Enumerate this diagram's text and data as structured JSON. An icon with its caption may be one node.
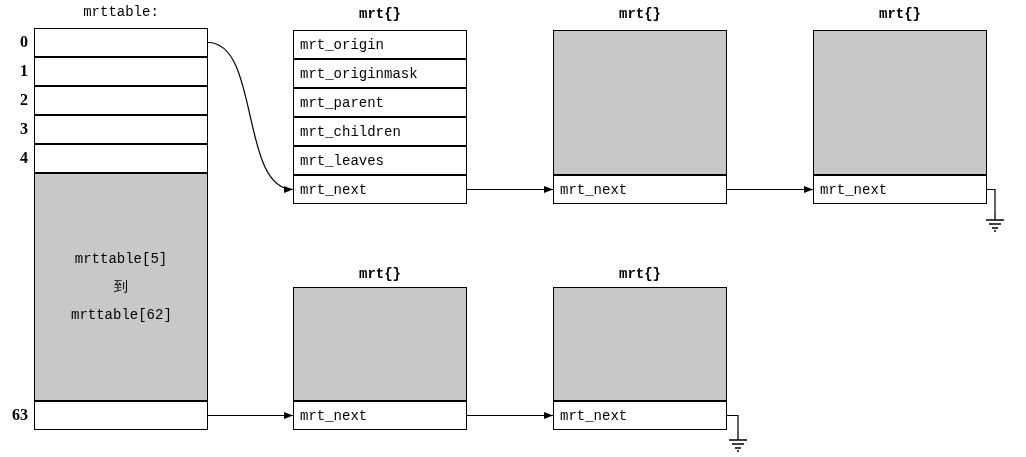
{
  "diagram": {
    "nodes": [
      {
        "text": [
          "mrttable:"
        ]
      },
      {
        "text": [],
        "shape": "box",
        "in": 0,
        "beside": [
          "0"
        ]
      },
      {
        "text": [],
        "shape": "box",
        "in": 0,
        "beside": [
          "1"
        ]
      },
      {
        "text": [],
        "shape": "box",
        "in": 0,
        "beside": [
          "2"
        ]
      },
      {
        "text": [],
        "shape": "box",
        "in": 0,
        "beside": [
          "3"
        ]
      },
      {
        "text": [],
        "shape": "box",
        "in": 0,
        "beside": [
          "4"
        ]
      },
      {
        "text": [
          "mrttable[5] 到 mrttable[62]"
        ],
        "in": 0
      },
      {
        "text": [],
        "shape": "box",
        "in": 0,
        "beside": [
          "63"
        ]
      },
      {
        "text": [
          "mrt{}"
        ]
      },
      {
        "text": [
          "mrt_origin"
        ],
        "in": 8
      },
      {
        "text": [
          "mrt_originmask"
        ],
        "in": 8
      },
      {
        "text": [
          "mrt_parent"
        ],
        "in": 8
      },
      {
        "text": [
          "mrt_children"
        ],
        "in": 8
      },
      {
        "text": [
          "mrt_leaves"
        ],
        "in": 8
      },
      {
        "text": [
          "mrt_next"
        ],
        "in": 8
      },
      {
        "text": [
          "mrt{}"
        ]
      },
      {
        "text": [],
        "shape": "box",
        "in": 15
      },
      {
        "text": [
          "mrt_next"
        ],
        "in": 15
      },
      {
        "text": [
          "mrt{}"
        ]
      },
      {
        "text": [],
        "shape": "box",
        "in": 18
      },
      {
        "text": [
          "mrt_next"
        ],
        "in": 18
      },
      {
        "text": [
          "mrt{}"
        ]
      },
      {
        "text": [],
        "shape": "box",
        "in": 21
      },
      {
        "text": [
          "mrt_next"
        ],
        "in": 21
      },
      {
        "text": [
          "mrt{}"
        ]
      },
      {
        "text": [],
        "shape": "box",
        "in": 24
      },
      {
        "text": [
          "mrt_next"
        ],
        "in": 24
      },
      {
        "text": [],
        "shape": "ground"
      },
      {
        "text": [],
        "shape": "ground"
      }
    ],
    "edges": [
      {
        "from": 1,
        "to": 14,
        "arrow": "to"
      },
      {
        "from": 14,
        "to": 17,
        "arrow": "to"
      },
      {
        "from": 17,
        "to": 20,
        "arrow": "to"
      },
      {
        "from": 20,
        "to": 27,
        "arrow": "none"
      },
      {
        "from": 7,
        "to": 23,
        "arrow": "to"
      },
      {
        "from": 23,
        "to": 26,
        "arrow": "to"
      },
      {
        "from": 26,
        "to": 28,
        "arrow": "none"
      }
    ]
  }
}
